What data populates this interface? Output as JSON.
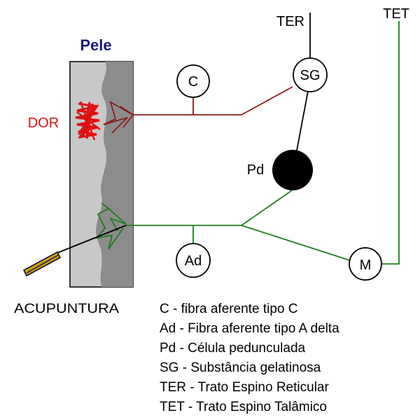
{
  "labels": {
    "skin": "Pele",
    "pain": "DOR",
    "acupuncture": "ACUPUNTURA",
    "ter": "TER",
    "tet": "TET"
  },
  "nodes": {
    "c": "C",
    "sg": "SG",
    "pd": "Pd",
    "ad": "Ad",
    "m": "M"
  },
  "legend": [
    "C - fibra aferente tipo C",
    "Ad - Fibra aferente tipo A delta",
    "Pd - Célula pedunculada",
    "SG - Substância gelatinosa",
    "TER - Trato Espino Reticular",
    "TET - Trato Espino Talâmico"
  ],
  "colors": {
    "skin_outer": "#c8c8c8",
    "skin_inner": "#8c8c8c",
    "c_fiber": "#8b1a1a",
    "ad_fiber": "#1e7d1e",
    "pain": "#e01010",
    "skin_title": "#1a1a80",
    "needle": "#c8a000"
  }
}
